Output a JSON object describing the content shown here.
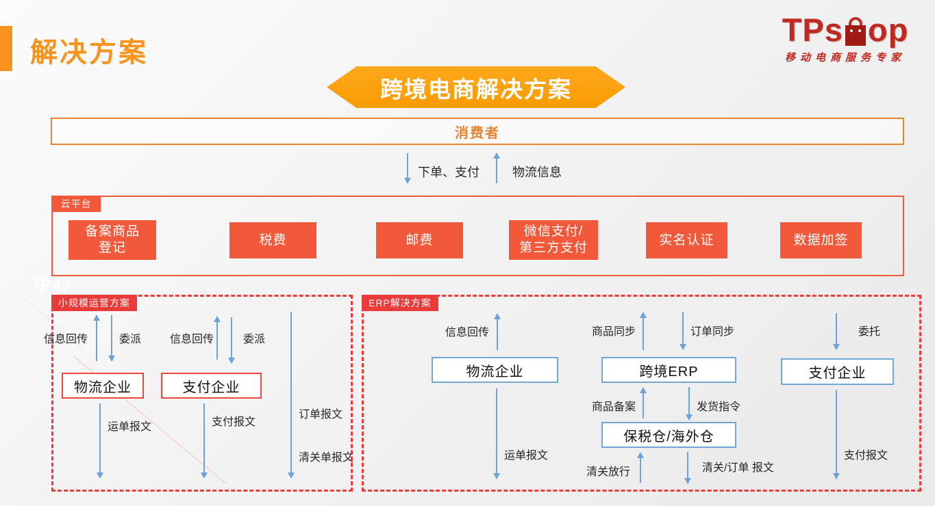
{
  "page": {
    "title": "解决方案"
  },
  "logo": {
    "name_left": "TPs",
    "name_right": "op",
    "bag_icon": "shopping-bag-icon",
    "tagline": "移动电商服务专家"
  },
  "banner": {
    "title": "跨境电商解决方案"
  },
  "consumer": {
    "label": "消费者"
  },
  "consumer_flows": {
    "down_label": "下单、支付",
    "up_label": "物流信息"
  },
  "cloud": {
    "tab": "云平台",
    "buttons": [
      "备案商品\n登记",
      "税费",
      "邮费",
      "微信支付/\n第三方支付",
      "实名认证",
      "数据加签"
    ]
  },
  "small_scale": {
    "tab": "小规模运营方案",
    "labels": {
      "info_back_1": "信息回传",
      "dispatch_1": "委派",
      "logistics_box": "物流企业",
      "waybill_msg": "运单报文",
      "info_back_2": "信息回传",
      "dispatch_2": "委派",
      "payment_box": "支付企业",
      "pay_msg": "支付报文",
      "order_msg": "订单报文",
      "customs_msg": "清关单报文"
    }
  },
  "erp": {
    "tab": "ERP解决方案",
    "labels": {
      "info_back": "信息回传",
      "logistics_box": "物流企业",
      "waybill_msg": "运单报文",
      "goods_sync": "商品同步",
      "order_sync": "订单同步",
      "erp_box": "跨境ERP",
      "goods_record": "商品备案",
      "ship_cmd": "发货指令",
      "warehouse_box": "保税仓/海外仓",
      "customs_release": "清关放行",
      "customs_order_msg": "清关/订单 报文",
      "entrust": "委托",
      "payment_box": "支付企业",
      "pay_msg": "支付报文"
    }
  },
  "watermark": "中心",
  "colors": {
    "accent_orange": "#F7941D",
    "banner_orange": "#F99B03",
    "button_red_orange": "#F2593A",
    "consumer_border": "#E8822D",
    "panel_red": "#EA3B3B",
    "arrow_blue": "#6BA2D8",
    "logo_red": "#BE2A1F"
  }
}
